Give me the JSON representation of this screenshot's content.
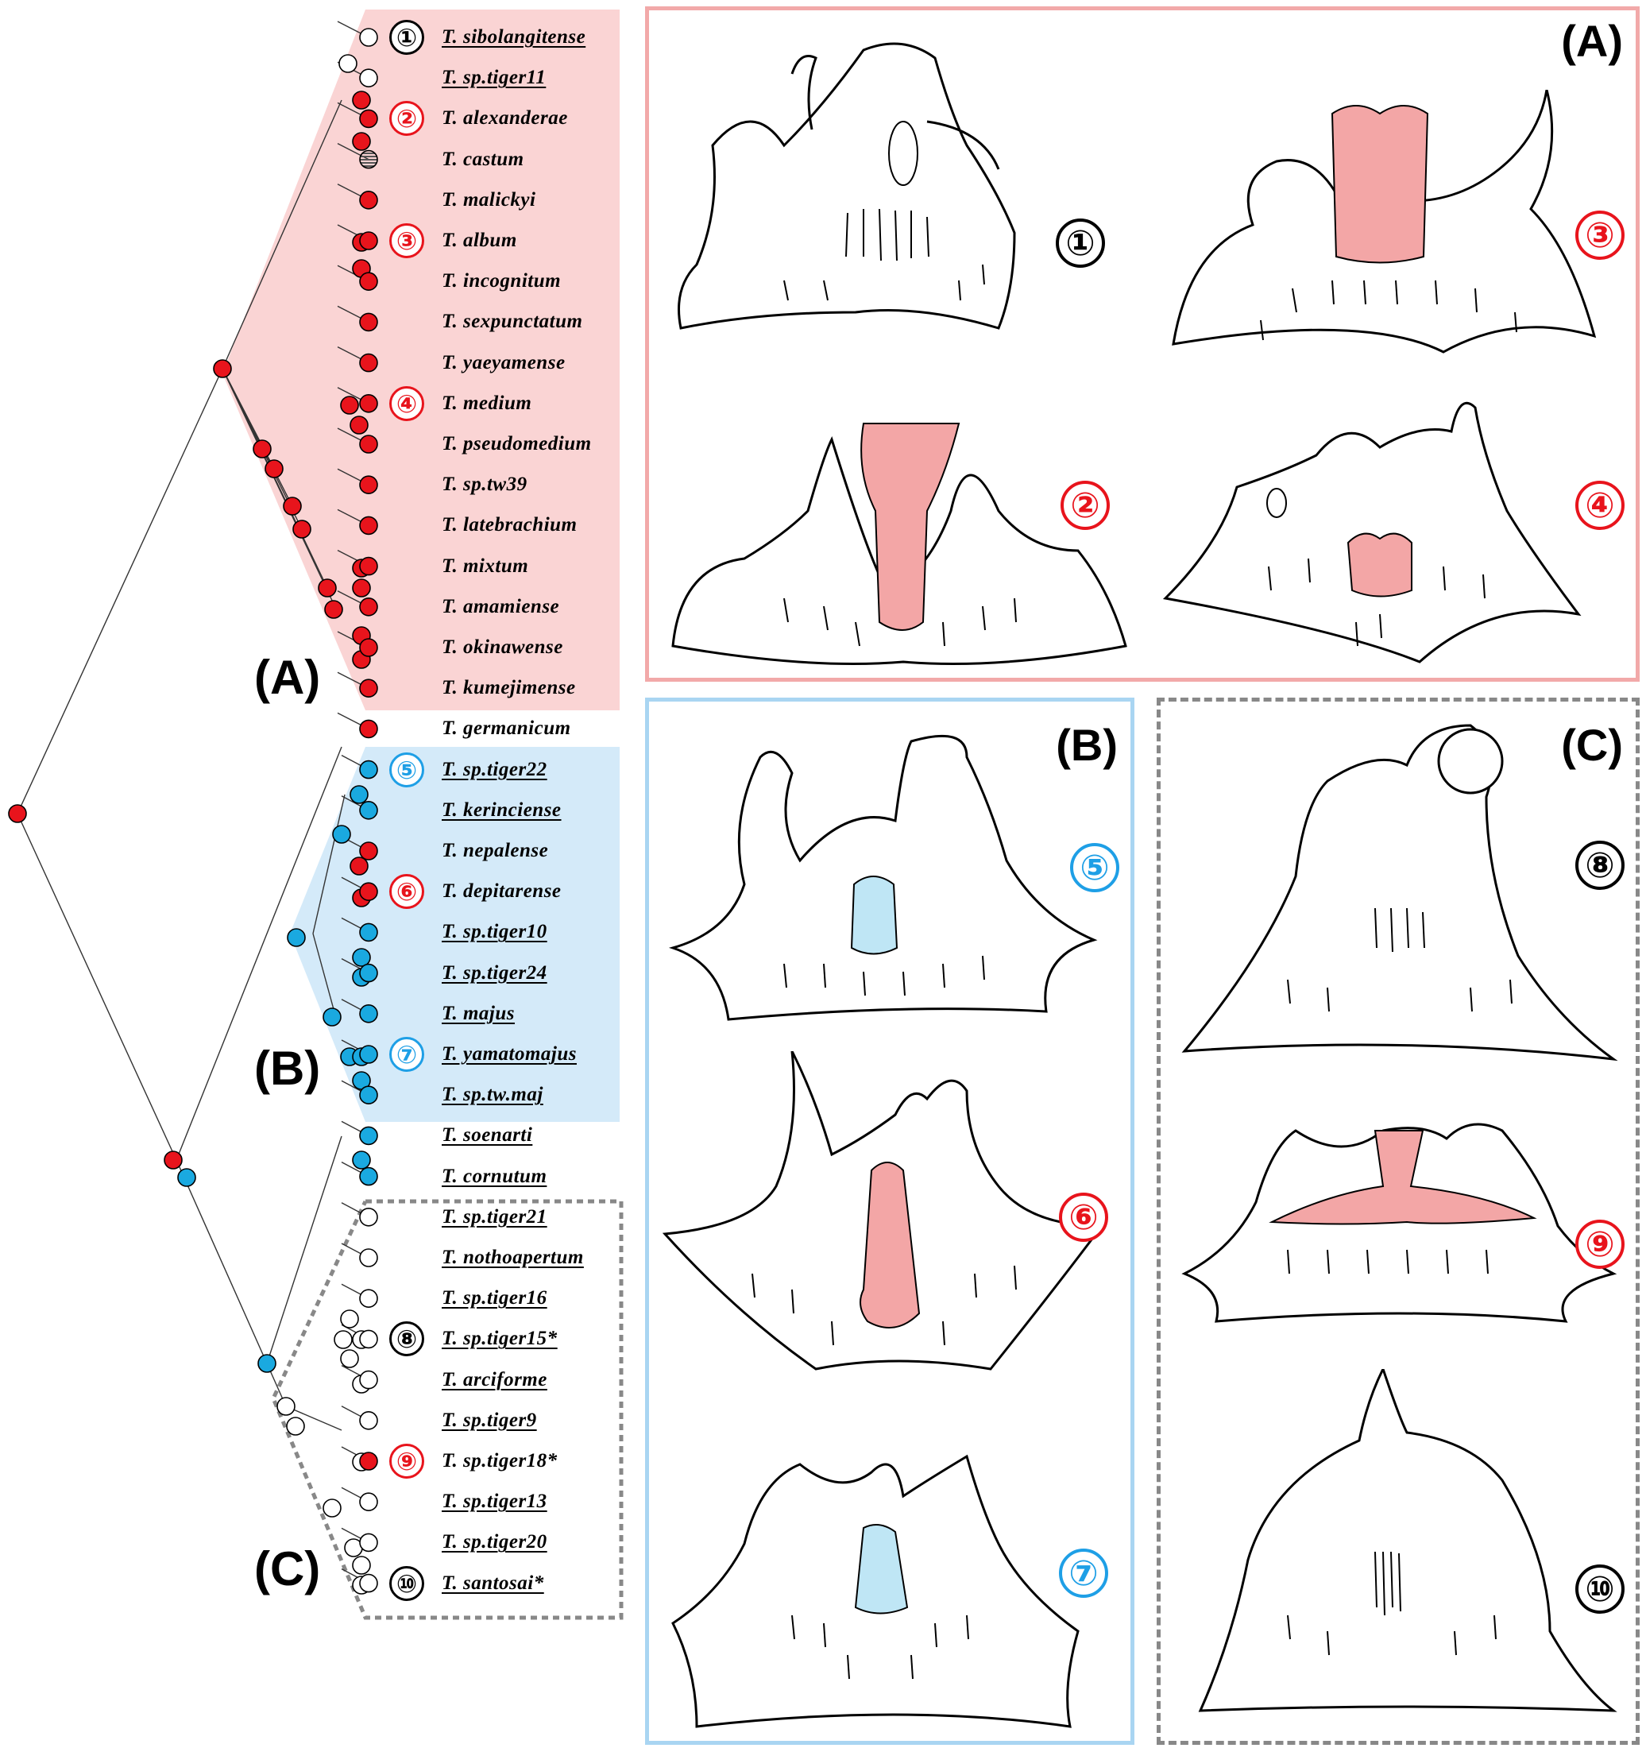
{
  "colors": {
    "clade_A_shade": "#fad4d4",
    "clade_B_shade": "#d4eaf9",
    "red_state": "#e8141c",
    "blue_state": "#1aa9e0",
    "white_state": "#ffffff",
    "panel_A_border": "#f2a9a9",
    "panel_B_border": "#a9d5f2",
    "panel_C_border": "#888888",
    "structure_red_fill": "#f3a6a6",
    "structure_blue_fill": "#bfe6f5"
  },
  "clade_labels": {
    "A": "(A)",
    "B": "(B)",
    "C": "(C)"
  },
  "panel_labels": {
    "A": "(A)",
    "B": "(B)",
    "C": "(C)"
  },
  "taxa": [
    {
      "name": "T. sibolangitense",
      "underlined": true,
      "marker": "①",
      "marker_color": "black"
    },
    {
      "name": "T. sp.tiger11",
      "underlined": true
    },
    {
      "name": "T. alexanderae",
      "underlined": false,
      "marker": "②",
      "marker_color": "red"
    },
    {
      "name": "T. castum",
      "underlined": false
    },
    {
      "name": "T. malickyi",
      "underlined": false
    },
    {
      "name": "T. album",
      "underlined": false,
      "marker": "③",
      "marker_color": "red"
    },
    {
      "name": "T. incognitum",
      "underlined": false
    },
    {
      "name": "T. sexpunctatum",
      "underlined": false
    },
    {
      "name": "T. yaeyamense",
      "underlined": false
    },
    {
      "name": "T. medium",
      "underlined": false,
      "marker": "④",
      "marker_color": "red"
    },
    {
      "name": "T. pseudomedium",
      "underlined": false
    },
    {
      "name": "T. sp.tw39",
      "underlined": false
    },
    {
      "name": "T. latebrachium",
      "underlined": false
    },
    {
      "name": "T. mixtum",
      "underlined": false
    },
    {
      "name": "T. amamiense",
      "underlined": false
    },
    {
      "name": "T. okinawense",
      "underlined": false
    },
    {
      "name": "T. kumejimense",
      "underlined": false
    },
    {
      "name": "T. germanicum",
      "underlined": false
    },
    {
      "name": "T. sp.tiger22",
      "underlined": true,
      "marker": "⑤",
      "marker_color": "blue"
    },
    {
      "name": "T. kerinciense",
      "underlined": true
    },
    {
      "name": "T. nepalense",
      "underlined": false
    },
    {
      "name": "T. depitarense",
      "underlined": false,
      "marker": "⑥",
      "marker_color": "red"
    },
    {
      "name": "T. sp.tiger10",
      "underlined": true
    },
    {
      "name": "T. sp.tiger24",
      "underlined": true
    },
    {
      "name": "T. majus",
      "underlined": true
    },
    {
      "name": "T. yamatomajus",
      "underlined": true,
      "marker": "⑦",
      "marker_color": "blue"
    },
    {
      "name": "T. sp.tw.maj",
      "underlined": true
    },
    {
      "name": "T. soenarti",
      "underlined": true
    },
    {
      "name": "T. cornutum",
      "underlined": true
    },
    {
      "name": "T. sp.tiger21",
      "underlined": true
    },
    {
      "name": "T. nothoapertum",
      "underlined": true
    },
    {
      "name": "T. sp.tiger16",
      "underlined": true
    },
    {
      "name": "T. sp.tiger15*",
      "underlined": true,
      "marker": "⑧",
      "marker_color": "black"
    },
    {
      "name": "T. arciforme",
      "underlined": true
    },
    {
      "name": "T. sp.tiger9",
      "underlined": true
    },
    {
      "name": "T. sp.tiger18*",
      "underlined": false,
      "marker": "⑨",
      "marker_color": "red"
    },
    {
      "name": "T. sp.tiger13",
      "underlined": true
    },
    {
      "name": "T. sp.tiger20",
      "underlined": true
    },
    {
      "name": "T. santosai*",
      "underlined": true,
      "marker": "⑩",
      "marker_color": "black"
    }
  ],
  "tip_states": [
    "white",
    "white",
    "red",
    "striped",
    "red",
    "red",
    "red",
    "red",
    "red",
    "red",
    "red",
    "red",
    "red",
    "red",
    "red",
    "red",
    "red",
    "red",
    "blue",
    "blue",
    "red",
    "red",
    "blue",
    "blue",
    "blue",
    "blue",
    "blue",
    "blue",
    "blue",
    "white",
    "white",
    "white",
    "white",
    "white",
    "white",
    "red",
    "white",
    "white",
    "white"
  ],
  "panels": {
    "A": [
      {
        "marker": "①",
        "marker_color": "black",
        "structure": "none"
      },
      {
        "marker": "②",
        "marker_color": "red",
        "structure": "red"
      },
      {
        "marker": "③",
        "marker_color": "red",
        "structure": "red"
      },
      {
        "marker": "④",
        "marker_color": "red",
        "structure": "red"
      }
    ],
    "B": [
      {
        "marker": "⑤",
        "marker_color": "blue",
        "structure": "blue"
      },
      {
        "marker": "⑥",
        "marker_color": "red",
        "structure": "red"
      },
      {
        "marker": "⑦",
        "marker_color": "blue",
        "structure": "blue"
      }
    ],
    "C": [
      {
        "marker": "⑧",
        "marker_color": "black",
        "structure": "none"
      },
      {
        "marker": "⑨",
        "marker_color": "red",
        "structure": "red"
      },
      {
        "marker": "⑩",
        "marker_color": "black",
        "structure": "none"
      }
    ]
  }
}
